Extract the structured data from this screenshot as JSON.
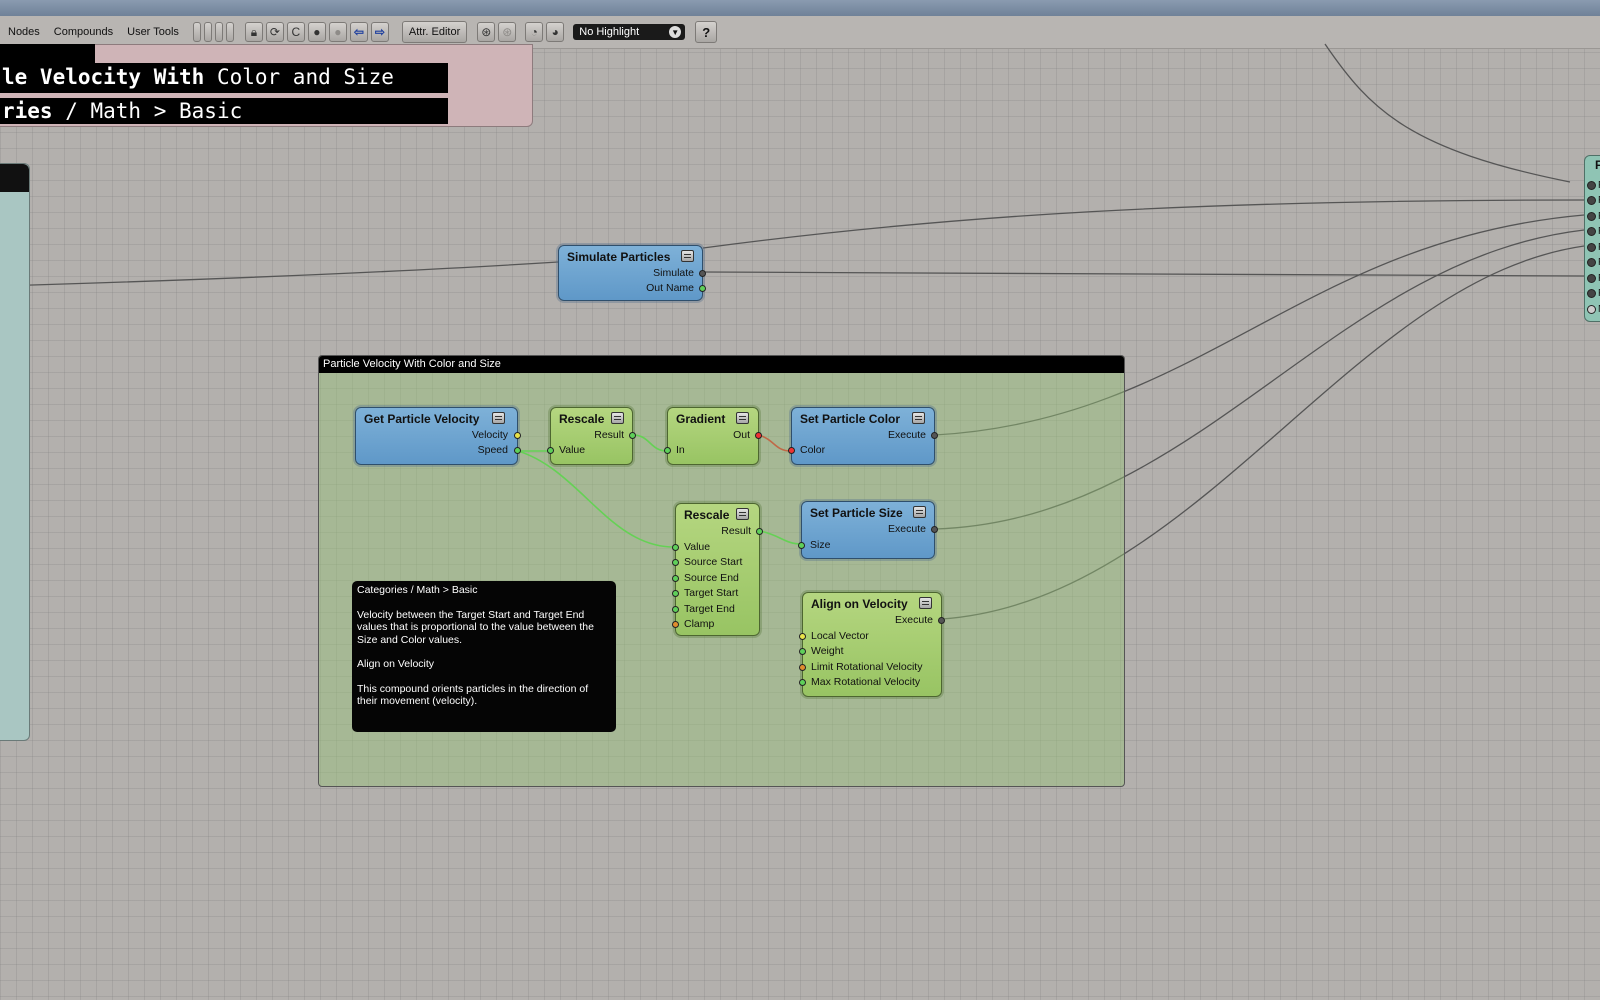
{
  "menu": {
    "items": [
      "Nodes",
      "Compounds",
      "User Tools"
    ]
  },
  "toolbar": {
    "attr_editor_label": "Attr. Editor",
    "highlight_value": "No Highlight",
    "help_label": "?"
  },
  "banners": {
    "title_bold": "le Velocity With",
    "title_rest": " Color and Size",
    "categories_bold": "ries",
    "categories_rest": "  / Math > Basic"
  },
  "right_node": {
    "title": "F",
    "ports": [
      "P",
      "P",
      "P",
      "P",
      "P",
      "P",
      "P",
      "P",
      "N"
    ]
  },
  "simulate_node": {
    "title": "Simulate Particles",
    "outputs": [
      "Simulate",
      "Out Name"
    ]
  },
  "compound": {
    "title": "Particle Velocity With Color and Size"
  },
  "nodes": {
    "get_velocity": {
      "title": "Get Particle Velocity",
      "outputs": [
        "Velocity",
        "Speed"
      ]
    },
    "rescale1": {
      "title": "Rescale",
      "output": "Result",
      "input": "Value"
    },
    "gradient": {
      "title": "Gradient",
      "output": "Out",
      "input": "In"
    },
    "set_color": {
      "title": "Set Particle Color",
      "output": "Execute",
      "input": "Color"
    },
    "rescale2": {
      "title": "Rescale",
      "output": "Result",
      "inputs": [
        "Value",
        "Source Start",
        "Source End",
        "Target Start",
        "Target End",
        "Clamp"
      ]
    },
    "set_size": {
      "title": "Set Particle Size",
      "output": "Execute",
      "input": "Size"
    },
    "align": {
      "title": "Align on Velocity",
      "output": "Execute",
      "inputs": [
        "Local Vector",
        "Weight",
        "Limit Rotational Velocity",
        "Max Rotational Velocity"
      ]
    }
  },
  "comment": {
    "line1": "Categories  / Math > Basic",
    "line2": "Velocity between the Target Start and Target End values that is proportional to the value between the Size and Color values.",
    "line3": "Align on Velocity",
    "line4": "This compound orients particles in the direction of their movement (velocity)."
  },
  "colors": {
    "canvas": "#b3b0ad",
    "node_blue": "#6fa6d2",
    "node_green": "#a6cd70",
    "compound_bg": "#a8c090",
    "wire_green": "#3ddc3a",
    "wire_red": "#e02020",
    "wire_grey": "#4d4d4d"
  }
}
